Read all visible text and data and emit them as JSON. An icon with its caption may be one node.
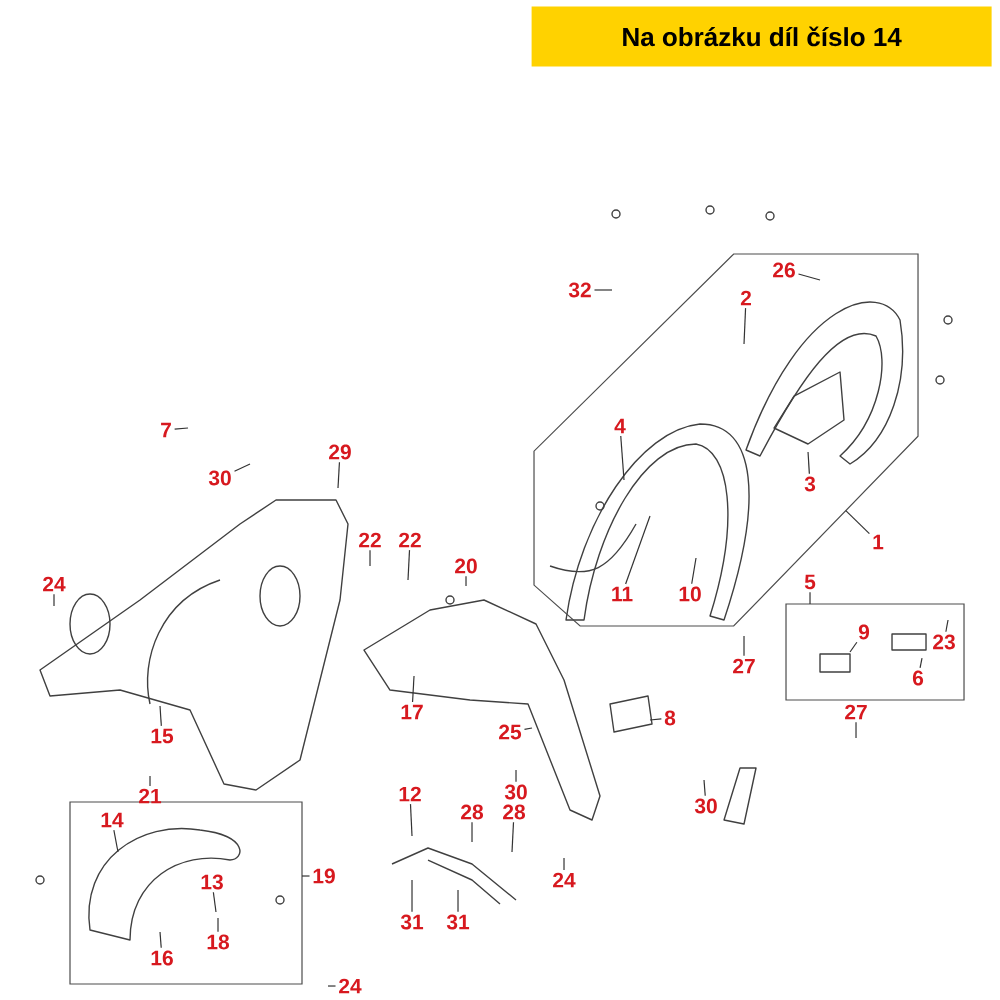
{
  "diagram": {
    "title": "Na obrázku díl číslo 14",
    "nodes": [
      {
        "text": [],
        "shape": "hexagon"
      },
      {
        "text": [],
        "shape": "box"
      },
      {
        "text": [],
        "shape": "box"
      },
      {
        "text": [
          "32"
        ]
      },
      {
        "text": [
          "26"
        ],
        "in": 0
      },
      {
        "text": [
          "2"
        ],
        "in": 0
      },
      {
        "text": [
          "7"
        ]
      },
      {
        "text": [
          "4"
        ],
        "in": 0
      },
      {
        "text": [
          "29"
        ]
      },
      {
        "text": [
          "3"
        ],
        "in": 0
      },
      {
        "text": [
          "30"
        ]
      },
      {
        "text": [
          "22"
        ]
      },
      {
        "text": [
          "22"
        ]
      },
      {
        "text": [
          "1"
        ]
      },
      {
        "text": [
          "20"
        ]
      },
      {
        "text": [
          "24"
        ]
      },
      {
        "text": [
          "11"
        ],
        "in": 0
      },
      {
        "text": [
          "10"
        ],
        "in": 0
      },
      {
        "text": [
          "5"
        ]
      },
      {
        "text": [
          "9"
        ],
        "in": 1
      },
      {
        "text": [
          "23"
        ],
        "in": 1
      },
      {
        "text": [
          "27"
        ]
      },
      {
        "text": [
          "6"
        ],
        "in": 1
      },
      {
        "text": [
          "17"
        ]
      },
      {
        "text": [
          "8"
        ]
      },
      {
        "text": [
          "27"
        ]
      },
      {
        "text": [
          "25"
        ]
      },
      {
        "text": [
          "15"
        ]
      },
      {
        "text": [
          "21"
        ]
      },
      {
        "text": [
          "30"
        ]
      },
      {
        "text": [
          "30"
        ]
      },
      {
        "text": [
          "12"
        ]
      },
      {
        "text": [
          "28"
        ]
      },
      {
        "text": [
          "28"
        ]
      },
      {
        "text": [
          "14"
        ],
        "in": 2
      },
      {
        "text": [
          "19"
        ]
      },
      {
        "text": [
          "13"
        ],
        "in": 2
      },
      {
        "text": [
          "24"
        ]
      },
      {
        "text": [
          "31"
        ]
      },
      {
        "text": [
          "31"
        ]
      },
      {
        "text": [
          "18"
        ],
        "in": 2
      },
      {
        "text": [
          "16"
        ],
        "in": 2
      },
      {
        "text": [
          "24"
        ]
      }
    ],
    "edges": [
      {
        "from": 3,
        "to": null,
        "arrow": "none"
      },
      {
        "from": 4,
        "to": null,
        "arrow": "none"
      },
      {
        "from": 5,
        "to": null,
        "arrow": "none"
      },
      {
        "from": 6,
        "to": null,
        "arrow": "none"
      },
      {
        "from": 7,
        "to": null,
        "arrow": "none"
      },
      {
        "from": 8,
        "to": null,
        "arrow": "none"
      },
      {
        "from": 9,
        "to": null,
        "arrow": "none"
      },
      {
        "from": 10,
        "to": null,
        "arrow": "none"
      },
      {
        "from": 11,
        "to": null,
        "arrow": "none"
      },
      {
        "from": 12,
        "to": null,
        "arrow": "none"
      },
      {
        "from": 13,
        "to": 0,
        "arrow": "none"
      },
      {
        "from": 14,
        "to": null,
        "arrow": "none"
      },
      {
        "from": 15,
        "to": null,
        "arrow": "none"
      },
      {
        "from": 16,
        "to": null,
        "arrow": "none"
      },
      {
        "from": 17,
        "to": null,
        "arrow": "none"
      },
      {
        "from": 18,
        "to": 1,
        "arrow": "none"
      },
      {
        "from": 19,
        "to": null,
        "arrow": "none"
      },
      {
        "from": 20,
        "to": null,
        "arrow": "none"
      },
      {
        "from": 21,
        "to": null,
        "arrow": "none"
      },
      {
        "from": 22,
        "to": null,
        "arrow": "none"
      },
      {
        "from": 23,
        "to": null,
        "arrow": "none"
      },
      {
        "from": 24,
        "to": null,
        "arrow": "none"
      },
      {
        "from": 25,
        "to": null,
        "arrow": "none"
      },
      {
        "from": 26,
        "to": null,
        "arrow": "none"
      },
      {
        "from": 27,
        "to": null,
        "arrow": "none"
      },
      {
        "from": 28,
        "to": null,
        "arrow": "none"
      },
      {
        "from": 29,
        "to": null,
        "arrow": "none"
      },
      {
        "from": 30,
        "to": null,
        "arrow": "none"
      },
      {
        "from": 31,
        "to": null,
        "arrow": "none"
      },
      {
        "from": 32,
        "to": null,
        "arrow": "none"
      },
      {
        "from": 33,
        "to": null,
        "arrow": "none"
      },
      {
        "from": 34,
        "to": null,
        "arrow": "none"
      },
      {
        "from": 35,
        "to": 2,
        "arrow": "none"
      },
      {
        "from": 36,
        "to": null,
        "arrow": "none"
      },
      {
        "from": 37,
        "to": null,
        "arrow": "none"
      },
      {
        "from": 38,
        "to": null,
        "arrow": "none"
      },
      {
        "from": 39,
        "to": null,
        "arrow": "none"
      },
      {
        "from": 40,
        "to": null,
        "arrow": "none"
      },
      {
        "from": 41,
        "to": null,
        "arrow": "none"
      },
      {
        "from": 42,
        "to": null,
        "arrow": "none"
      }
    ]
  }
}
